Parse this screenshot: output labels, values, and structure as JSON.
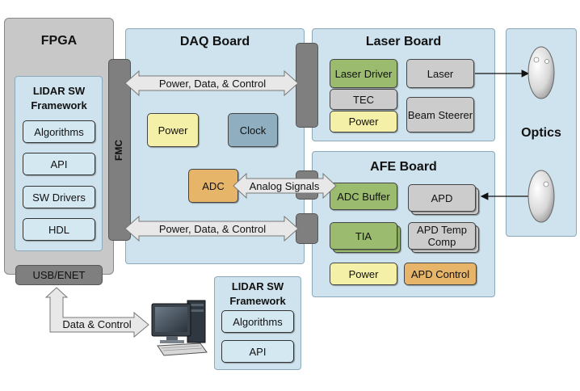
{
  "fpga": {
    "title": "FPGA",
    "framework_title": "LIDAR SW Framework",
    "items": [
      "Algorithms",
      "API",
      "SW Drivers",
      "HDL"
    ],
    "usb_enet": "USB/ENET"
  },
  "daq": {
    "title": "DAQ Board",
    "fmc": "FMC",
    "power": "Power",
    "clock": "Clock",
    "adc": "ADC"
  },
  "laser_board": {
    "title": "Laser Board",
    "laser_driver": "Laser Driver",
    "tec": "TEC",
    "power": "Power",
    "laser": "Laser",
    "beam_steerer": "Beam Steerer"
  },
  "afe_board": {
    "title": "AFE Board",
    "adc_buffer": "ADC Buffer",
    "apd": "APD",
    "tia": "TIA",
    "apd_temp_comp": "APD Temp Comp",
    "power": "Power",
    "apd_control": "APD Control"
  },
  "optics": {
    "title": "Optics"
  },
  "arrows": {
    "power_data_control_top": "Power, Data, & Control",
    "power_data_control_bottom": "Power, Data, & Control",
    "analog_signals": "Analog Signals",
    "data_control": "Data & Control"
  },
  "host_framework": {
    "title": "LIDAR SW Framework",
    "items": [
      "Algorithms",
      "API"
    ]
  },
  "colors": {
    "panel": "#cfe3ee",
    "fpga": "#c8c8c8",
    "green": "#9bbb6e",
    "grey": "#cccccc",
    "yellow": "#f5f0a8",
    "orange": "#e6b56a",
    "clock": "#8fafc0"
  }
}
